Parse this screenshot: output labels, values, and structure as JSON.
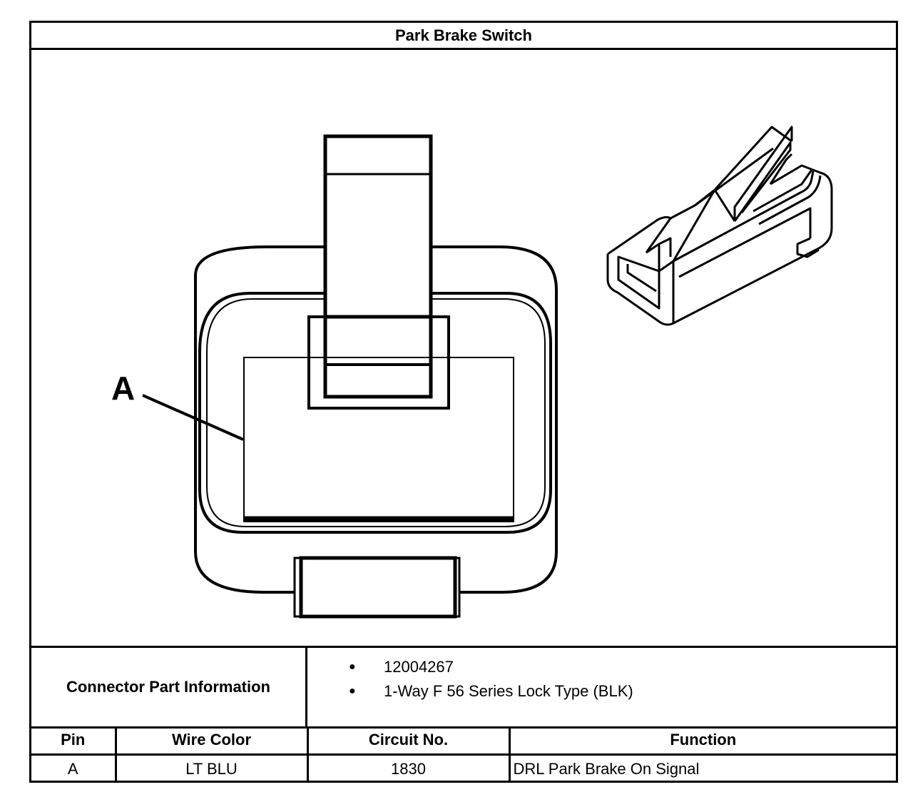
{
  "title": "Park Brake Switch",
  "diagram": {
    "pin_callout": "A",
    "face_view": "connector-face-view",
    "iso_view": "connector-isometric-view"
  },
  "connector_info": {
    "label": "Connector Part Information",
    "items": [
      "12004267",
      "1-Way F 56 Series Lock Type (BLK)"
    ]
  },
  "pin_table": {
    "headers": [
      "Pin",
      "Wire Color",
      "Circuit No.",
      "Function"
    ],
    "rows": [
      {
        "pin": "A",
        "wire_color": "LT BLU",
        "circuit": "1830",
        "function": "DRL Park Brake On Signal"
      }
    ]
  }
}
